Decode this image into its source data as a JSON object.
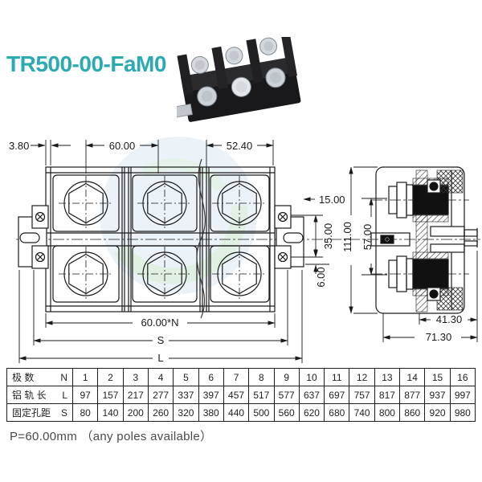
{
  "title": "TR500-00-FaM0",
  "colors": {
    "accent": "#2BAAB1",
    "line": "#1a1a1a"
  },
  "front_view": {
    "dim_edge": "3.80",
    "dim_pitch": "60.00",
    "dim_end": "52.40",
    "dim_bracket": "15.00",
    "dim_slot_span": "35.00",
    "dim_slot_offset": "6.00",
    "dim_total_pitch": "60.00*N",
    "dim_hole_span": "S",
    "dim_length": "L"
  },
  "side_view": {
    "dim_height": "111.00",
    "dim_bolt_span": "57.00",
    "dim_inner_depth": "41.30",
    "dim_total_depth": "71.30"
  },
  "table": {
    "rows": [
      {
        "label": "极  数",
        "symbol": "N",
        "values": [
          "1",
          "2",
          "3",
          "4",
          "5",
          "6",
          "7",
          "8",
          "9",
          "10",
          "11",
          "12",
          "13",
          "14",
          "15",
          "16"
        ]
      },
      {
        "label": "铝 轨 长",
        "symbol": "L",
        "values": [
          "97",
          "157",
          "217",
          "277",
          "337",
          "397",
          "457",
          "517",
          "577",
          "637",
          "697",
          "757",
          "817",
          "877",
          "937",
          "997"
        ]
      },
      {
        "label": "固定孔距",
        "symbol": "S",
        "values": [
          "80",
          "140",
          "200",
          "260",
          "320",
          "380",
          "440",
          "500",
          "560",
          "620",
          "680",
          "740",
          "800",
          "860",
          "920",
          "980"
        ]
      }
    ]
  },
  "footer": "P=60.00mm （any poles available）"
}
